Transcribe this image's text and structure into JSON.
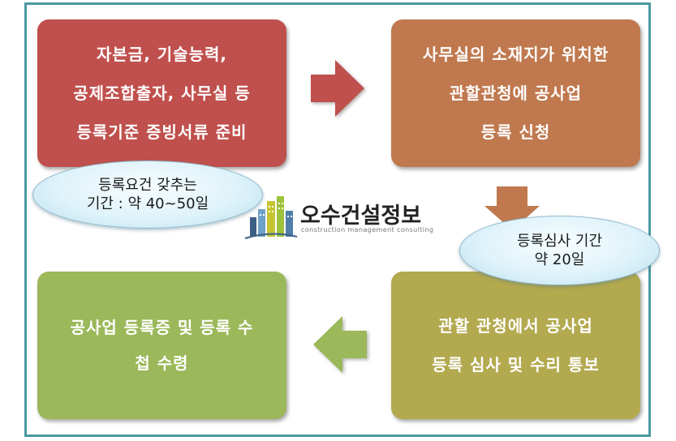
{
  "steps": [
    {
      "lines": [
        "자본금, 기술능력,",
        "공제조합출자, 사무실 등",
        "등록기준 증빙서류 준비"
      ],
      "color": "#c0504d"
    },
    {
      "lines": [
        "사무실의 소재지가 위치한",
        "관할관청에 공사업",
        "등록 신청"
      ],
      "color": "#c0794f"
    },
    {
      "lines": [
        "관할 관청에서 공사업",
        "등록 심사 및 수리 통보"
      ],
      "color": "#b3a94f"
    },
    {
      "lines": [
        "공사업 등록증 및 등록 수",
        "첩 수령"
      ],
      "color": "#9bb85a"
    }
  ],
  "notes": [
    {
      "lines": [
        "등록요건 갖추는",
        "기간 : 약 40~50일"
      ]
    },
    {
      "lines": [
        "등록심사 기간",
        "약 20일"
      ]
    }
  ],
  "arrows": [
    {
      "direction": "right",
      "color": "#c0504d"
    },
    {
      "direction": "down",
      "color": "#c0794f"
    },
    {
      "direction": "left",
      "color": "#9bb85a"
    }
  ],
  "logo": {
    "name": "오수건설정보",
    "subtitle": "construction management consulting"
  }
}
